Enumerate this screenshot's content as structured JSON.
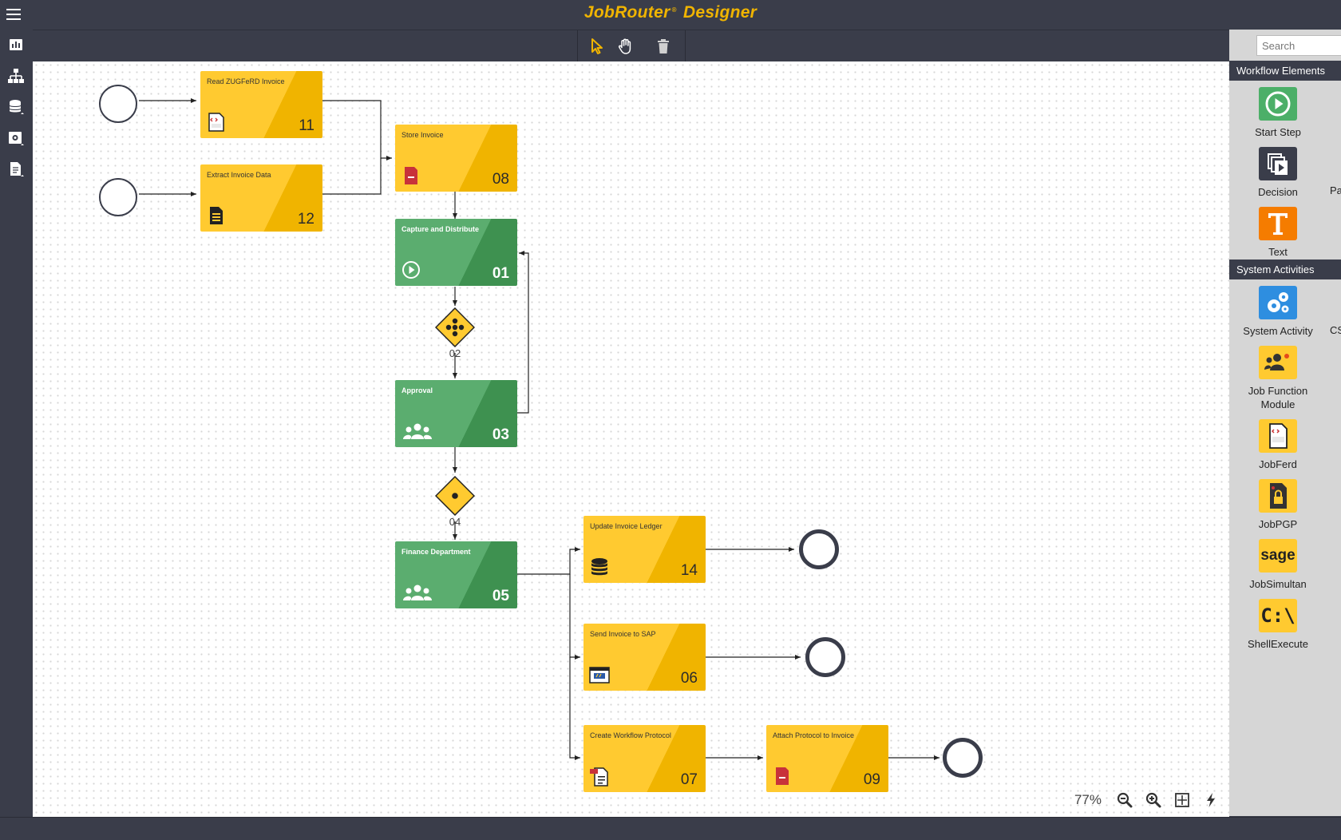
{
  "app": {
    "title_main": "JobRouter",
    "title_reg": "®",
    "title_sub": "Designer"
  },
  "colors": {
    "chrome": "#3a3d4a",
    "accent": "#f0b400",
    "yellow_node": "#ffca30",
    "green_node": "#5bad6f"
  },
  "left_sidebar": {
    "icons": [
      "dashboard-icon",
      "hierarchy-icon",
      "database-icon",
      "gear-settings-icon",
      "document-icon"
    ]
  },
  "toolbar": {
    "tools": [
      "pointer-icon",
      "hand-pan-icon",
      "trash-icon"
    ]
  },
  "canvas": {
    "nodes": [
      {
        "id": "11",
        "title": "Read ZUGFeRD Invoice",
        "number": "11",
        "color": "yellow",
        "icon": "jobferd-icon"
      },
      {
        "id": "12",
        "title": "Extract Invoice Data",
        "number": "12",
        "color": "yellow",
        "icon": "document-lines-icon"
      },
      {
        "id": "08",
        "title": "Store Invoice",
        "number": "08",
        "color": "yellow",
        "icon": "archive-box-icon"
      },
      {
        "id": "01",
        "title": "Capture and Distribute",
        "number": "01",
        "color": "green",
        "icon": "play-circle-icon"
      },
      {
        "id": "03",
        "title": "Approval",
        "number": "03",
        "color": "green",
        "icon": "users-group-icon"
      },
      {
        "id": "05",
        "title": "Finance Department",
        "number": "05",
        "color": "green",
        "icon": "users-group-icon"
      },
      {
        "id": "14",
        "title": "Update Invoice Ledger",
        "number": "14",
        "color": "yellow",
        "icon": "database-icon"
      },
      {
        "id": "06",
        "title": "Send Invoice to SAP",
        "number": "06",
        "color": "yellow",
        "icon": "sap-window-icon"
      },
      {
        "id": "07",
        "title": "Create Workflow Protocol",
        "number": "07",
        "color": "yellow",
        "icon": "pdf-document-icon"
      },
      {
        "id": "09",
        "title": "Attach Protocol to Invoice",
        "number": "09",
        "color": "yellow",
        "icon": "archive-box-icon"
      }
    ],
    "gateways": [
      {
        "label": "02",
        "type": "parallel"
      },
      {
        "label": "04",
        "type": "exclusive"
      }
    ],
    "zoom_level": "77%"
  },
  "right_panel": {
    "search_placeholder": "Search",
    "sections": [
      {
        "header": "Workflow Elements",
        "items": [
          {
            "label": "Start Step",
            "icon": "start-step-icon",
            "color": "#4caf68"
          },
          {
            "label": "Decision",
            "icon": "decision-icon",
            "color": "#3a3d4a"
          },
          {
            "label": "Text",
            "icon": "text-icon",
            "color": "#f57c00"
          }
        ],
        "partial_label": "Pa"
      },
      {
        "header": "System Activities",
        "items": [
          {
            "label": "System Activity",
            "icon": "gears-icon",
            "color": "#2e8ee0"
          },
          {
            "label": "Job Function Module",
            "icon": "users-gear-icon",
            "color": "#ffca30"
          },
          {
            "label": "JobFerd",
            "icon": "jobferd-icon",
            "color": "#ffca30"
          },
          {
            "label": "JobPGP",
            "icon": "lock-document-icon",
            "color": "#ffca30"
          },
          {
            "label": "JobSimultan",
            "icon": "sage-icon",
            "color": "#ffca30"
          },
          {
            "label": "ShellExecute",
            "icon": "shell-icon",
            "color": "#ffca30"
          }
        ],
        "partial_label": "CS"
      }
    ]
  },
  "palette_text": {
    "sage": "sage",
    "shell": "C:\\"
  }
}
